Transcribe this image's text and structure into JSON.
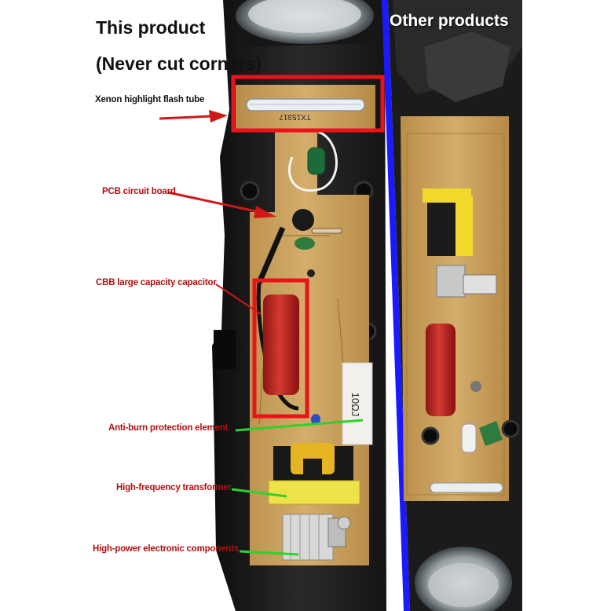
{
  "colors": {
    "title": "#111111",
    "label_red": "#b01010",
    "highlight_box": "#e8141a",
    "divider_blue": "#1a1aff",
    "arrow_red": "#d01818",
    "arrow_green": "#2ed12e",
    "pcb": "#c9a15c",
    "housing": "#1c1c1c"
  },
  "headings": {
    "this_product": "This product",
    "never_cut": "(Never cut corners)",
    "other_products": "Other products"
  },
  "callouts": {
    "xenon": "Xenon highlight flash tube",
    "pcb": "PCB circuit board",
    "cbb": "CBB large capacity capacitor",
    "anti_burn": "Anti-burn protection element",
    "hf_transformer": "High-frequency transformer",
    "high_power": "High-power electronic components"
  },
  "board_marks": {
    "tube_code": "TX15317",
    "resistor_code": "10ΩJ"
  }
}
